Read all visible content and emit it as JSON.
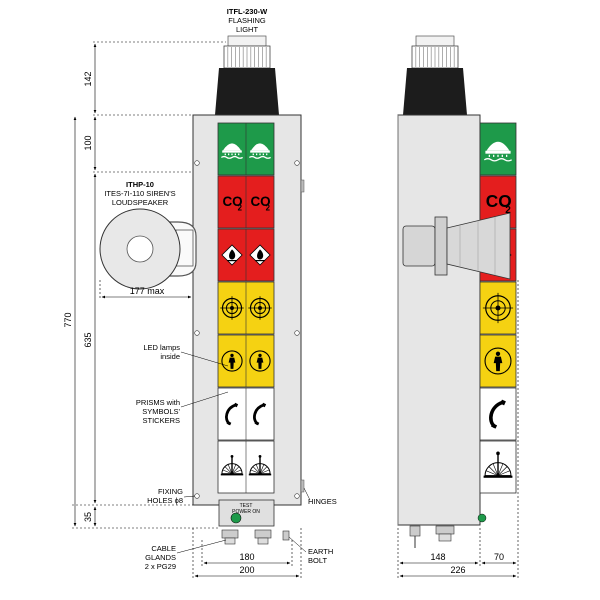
{
  "labels": {
    "flashing_light_model": "ITFL-230-W",
    "flashing_light_line1": "FLASHING",
    "flashing_light_line2": "LIGHT",
    "siren_model": "ITHP-10",
    "siren_line1": "ITES-7I-110 SIREN'S",
    "siren_line2": "LOUDSPEAKER",
    "led_line1": "LED lamps",
    "led_line2": "inside",
    "prisms_line1": "PRISMS with",
    "prisms_line2": "SYMBOLS'",
    "prisms_line3": "STICKERS",
    "fixing_line1": "FIXING",
    "fixing_line2": "HOLES ϕ8",
    "hinges": "HINGES",
    "cable_line1": "CABLE",
    "cable_line2": "GLANDS",
    "cable_line3": "2 x PG29",
    "earth_line1": "EARTH",
    "earth_line2": "BOLT",
    "test_line1": "TEST",
    "test_line2": "POWER ON"
  },
  "dimensions": {
    "d142": "142",
    "d100": "100",
    "d770": "770",
    "d635": "635",
    "d35": "35",
    "d177": "177 max",
    "d180": "180",
    "d200": "200",
    "d148": "148",
    "d70": "70",
    "d226": "226"
  },
  "colors": {
    "green": "#1e9a4a",
    "red": "#e41e1e",
    "yellow": "#f5d212",
    "housing": "#e6e6e6",
    "light_cap": "#1c1c1c"
  },
  "panels": [
    {
      "symbol": "shower-icon",
      "color": "green"
    },
    {
      "symbol": "co2-icon",
      "color": "red"
    },
    {
      "symbol": "fire-icon",
      "color": "red"
    },
    {
      "symbol": "target-icon",
      "color": "yellow"
    },
    {
      "symbol": "person-icon",
      "color": "yellow"
    },
    {
      "symbol": "phone-icon",
      "color": "white"
    },
    {
      "symbol": "alarm-icon",
      "color": "white"
    }
  ]
}
